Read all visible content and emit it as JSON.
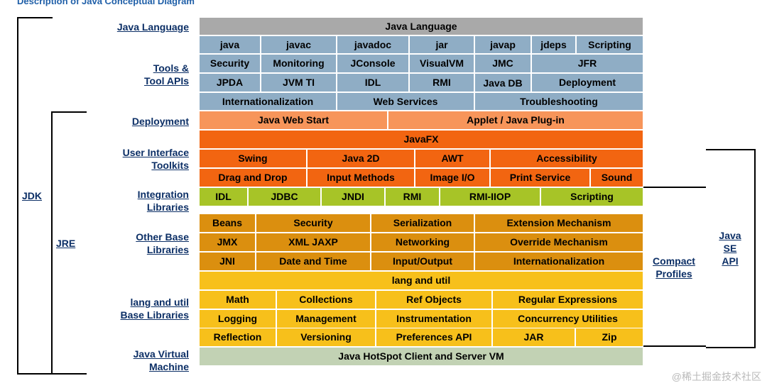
{
  "caption": "Description of Java Conceptual Diagram",
  "brackets": {
    "jdk": "JDK",
    "jre": "JRE",
    "compact": [
      "Compact",
      "Profiles"
    ],
    "javase": [
      "Java",
      "SE",
      "API"
    ]
  },
  "labels": {
    "java_language": [
      "Java Language"
    ],
    "tools": [
      "Tools &",
      "Tool APIs"
    ],
    "deployment": [
      "Deployment"
    ],
    "ui_toolkits": [
      "User Interface",
      "Toolkits"
    ],
    "integration": [
      "Integration",
      "Libraries"
    ],
    "other_base": [
      "Other Base",
      "Libraries"
    ],
    "lang_util": [
      "lang and util",
      "Base Libraries"
    ],
    "jvm": [
      "Java Virtual",
      "Machine"
    ]
  },
  "rows": {
    "r1": [
      "Java Language"
    ],
    "r2": [
      "java",
      "javac",
      "javadoc",
      "jar",
      "javap",
      "jdeps",
      "Scripting"
    ],
    "r3": [
      "Security",
      "Monitoring",
      "JConsole",
      "VisualVM",
      "JMC",
      "JFR"
    ],
    "r4": [
      "JPDA",
      "JVM TI",
      "IDL",
      "RMI",
      "Java DB",
      "Deployment"
    ],
    "r5": [
      "Internationalization",
      "Web Services",
      "Troubleshooting"
    ],
    "r6": [
      "Java Web Start",
      "Applet / Java Plug-in"
    ],
    "r7": [
      "JavaFX"
    ],
    "r8": [
      "Swing",
      "Java 2D",
      "AWT",
      "Accessibility"
    ],
    "r9": [
      "Drag and Drop",
      "Input Methods",
      "Image I/O",
      "Print Service",
      "Sound"
    ],
    "r10": [
      "IDL",
      "JDBC",
      "JNDI",
      "RMI",
      "RMI-IIOP",
      "Scripting"
    ],
    "r11": [
      "Beans",
      "Security",
      "Serialization",
      "Extension Mechanism"
    ],
    "r12": [
      "JMX",
      "XML JAXP",
      "Networking",
      "Override Mechanism"
    ],
    "r13": [
      "JNI",
      "Date and Time",
      "Input/Output",
      "Internationalization"
    ],
    "r14": [
      "lang and util"
    ],
    "r15": [
      "Math",
      "Collections",
      "Ref Objects",
      "Regular Expressions"
    ],
    "r16": [
      "Logging",
      "Management",
      "Instrumentation",
      "Concurrency Utilities"
    ],
    "r17": [
      "Reflection",
      "Versioning",
      "Preferences API",
      "JAR",
      "Zip"
    ],
    "r18": [
      "Java HotSpot Client and Server VM"
    ]
  },
  "colors": {
    "java_language": "#a9a9a9",
    "tools": "#8fadc5",
    "deployment": "#f7955a",
    "ui": "#f26511",
    "integration": "#a7c427",
    "other_base": "#db8f0f",
    "lang_util": "#f7c01b",
    "jvm": "#c2d2b4"
  },
  "watermark": "@稀土掘金技术社区"
}
